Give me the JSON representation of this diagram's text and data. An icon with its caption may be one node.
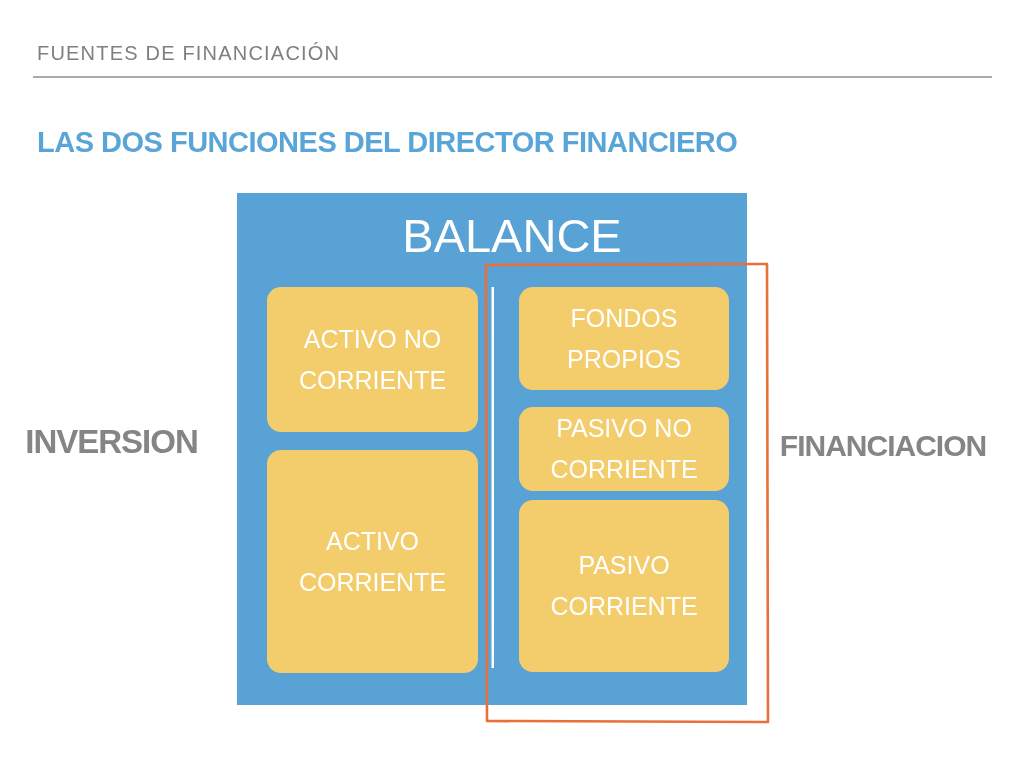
{
  "diagram": {
    "title": "LAS DOS FUNCIONES DEL DIRECTOR FINANCIERO",
    "nodes": [
      {
        "text": [
          "BALANCE"
        ]
      },
      {
        "text": [
          "ACTIVO NO CORRIENTE"
        ],
        "in": 0
      },
      {
        "text": [
          "ACTIVO CORRIENTE"
        ],
        "in": 0
      },
      {
        "text": [
          "FONDOS PROPIOS"
        ],
        "in": 0
      },
      {
        "text": [
          "PASIVO NO CORRIENTE"
        ],
        "in": 0
      },
      {
        "text": [
          "PASIVO CORRIENTE"
        ],
        "in": 0
      }
    ],
    "labels": [
      "FUENTES DE FINANCIACIÓN",
      "INVERSION",
      "FINANCIACION"
    ]
  }
}
